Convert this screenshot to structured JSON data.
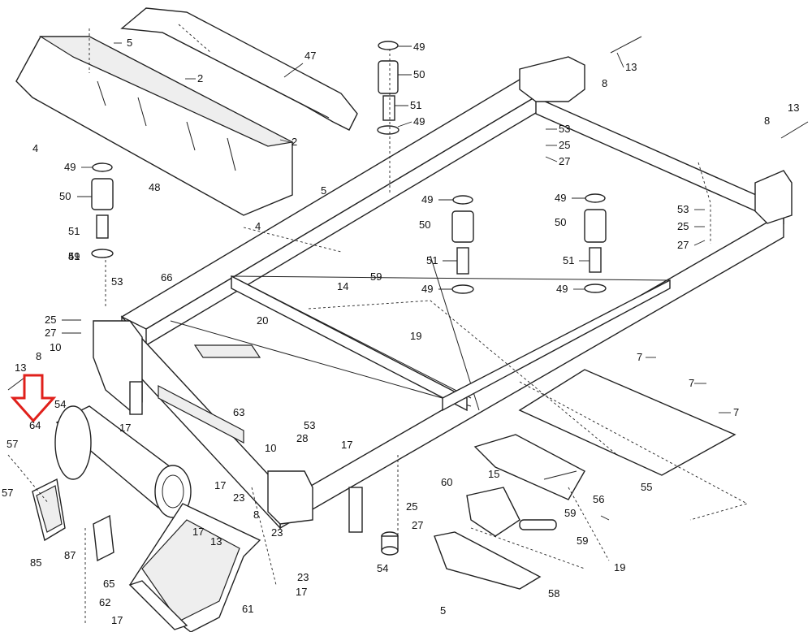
{
  "diagram": {
    "highlight_color": "#e0201b",
    "line_color": "#222222",
    "callouts": [
      "5",
      "47",
      "2",
      "49",
      "50",
      "13",
      "8",
      "2",
      "51",
      "49",
      "13",
      "4",
      "53",
      "8",
      "25",
      "27",
      "48",
      "49",
      "50",
      "5",
      "49",
      "49",
      "53",
      "4",
      "50",
      "51",
      "50",
      "25",
      "27",
      "51",
      "51",
      "51",
      "49",
      "53",
      "66",
      "59",
      "49",
      "49",
      "14",
      "25",
      "20",
      "19",
      "27",
      "7",
      "10",
      "13",
      "8",
      "7",
      "64",
      "54",
      "17",
      "63",
      "53",
      "7",
      "28",
      "17",
      "57",
      "10",
      "15",
      "55",
      "23",
      "60",
      "56",
      "57",
      "17",
      "59",
      "25",
      "8",
      "23",
      "27",
      "59",
      "17",
      "87",
      "13",
      "85",
      "23",
      "54",
      "19",
      "65",
      "17",
      "62",
      "61",
      "58",
      "17",
      "5"
    ]
  }
}
